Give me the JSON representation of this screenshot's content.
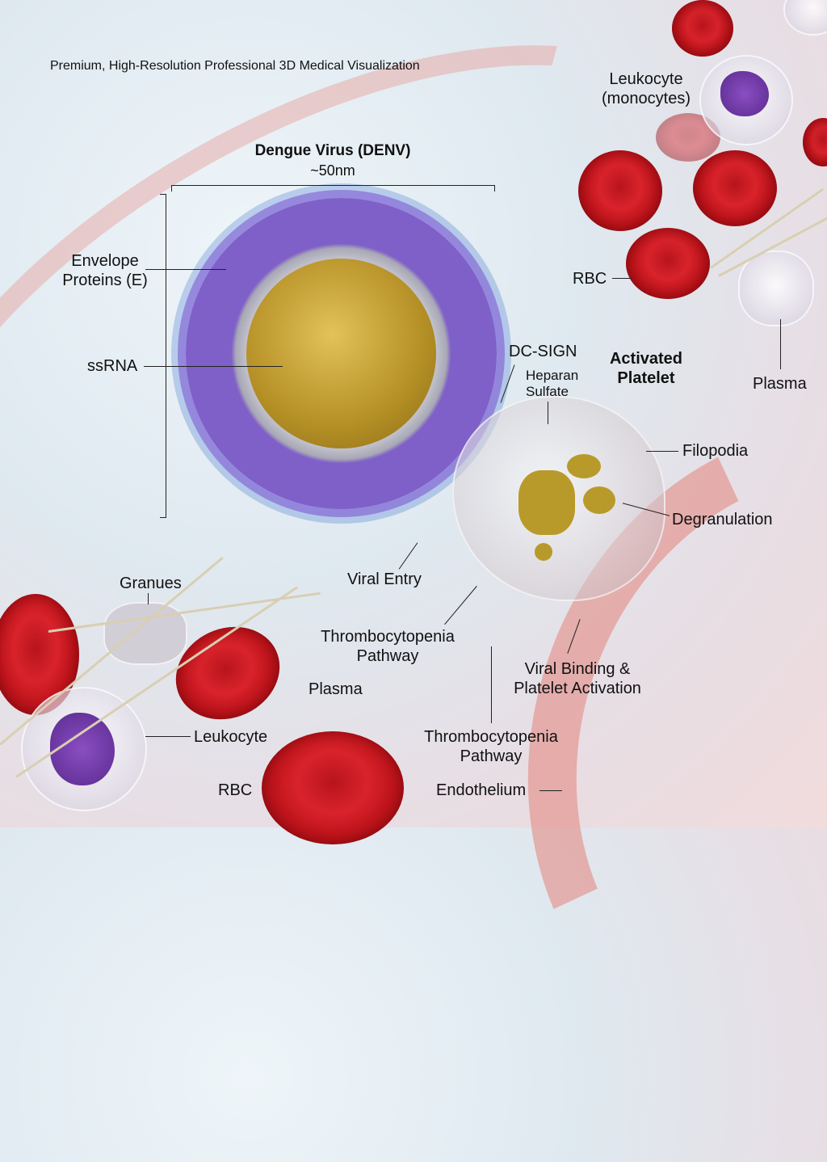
{
  "header": {
    "subtitle": "Premium, High-Resolution Professional 3D Medical Visualization"
  },
  "virus": {
    "title": "Dengue Virus (DENV)",
    "size": "~50nm"
  },
  "labels": {
    "envelope_proteins": [
      "Envelope",
      "Proteins (E)"
    ],
    "ssrna": "ssRNA",
    "dc_sign": "DC-SIGN",
    "heparan_sulfate": [
      "Heparan",
      "Sulfate"
    ],
    "activated_platelet": [
      "Activated",
      "Platelet"
    ],
    "filopodia": "Filopodia",
    "degranulation": "Degranulation",
    "viral_entry": "Viral Entry",
    "thrombocytopenia_pathway_1": [
      "Thrombocytopenia",
      "Pathway"
    ],
    "viral_binding": [
      "Viral Binding &",
      "Platelet Activation"
    ],
    "thrombocytopenia_pathway_2": [
      "Thrombocytopenia",
      "Pathway"
    ],
    "endothelium": "Endothelium",
    "plasma_center": "Plasma",
    "plasma_right": "Plasma",
    "granues": "Granues",
    "leukocyte": "Leukocyte",
    "rbc_bottom": "RBC",
    "rbc_right": "RBC",
    "leukocyte_monocytes": [
      "Leukocyte",
      "(monocytes)"
    ]
  },
  "colors": {
    "rbc": "#c8161e",
    "virus_capsid": "#c9a533",
    "envelope_purple": "#7f5fc8",
    "envelope_blue": "#3d7ec8",
    "endothelium": "#e8a6a0",
    "background": "#e6eef3"
  }
}
